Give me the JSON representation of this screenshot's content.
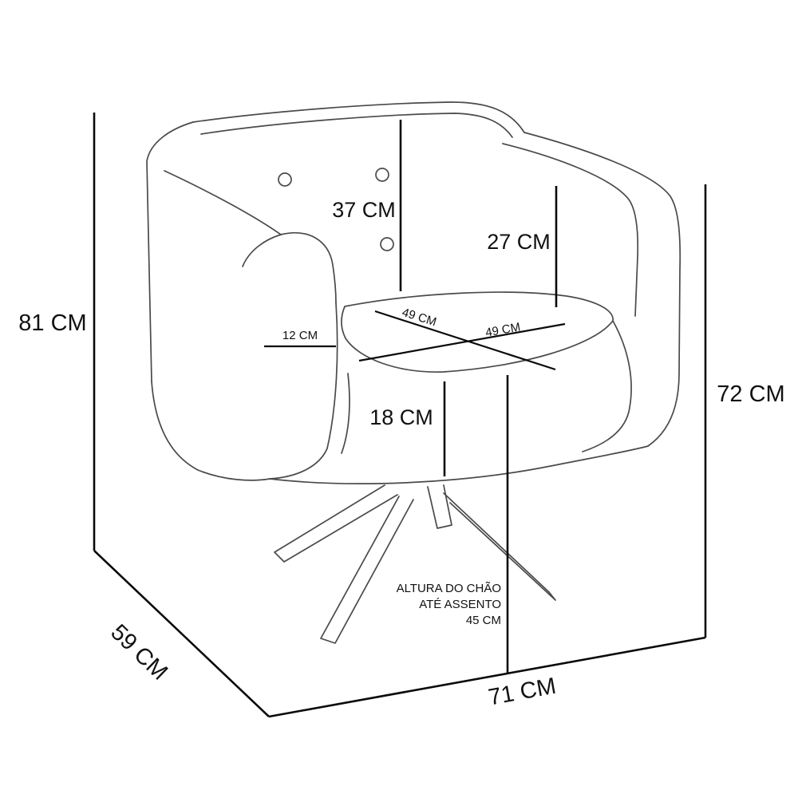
{
  "diagram": {
    "type": "furniture-dimension-drawing",
    "subject": "swivel armchair line drawing with measurements",
    "unit": "CM",
    "labels": {
      "total_height": "81 CM",
      "depth": "59 CM",
      "width": "71 CM",
      "right_height": "72 CM",
      "backrest_height": "37 CM",
      "arm_height": "27 CM",
      "seat_diag_a": "49 CM",
      "seat_diag_b": "49 CM",
      "armrest_width": "12 CM",
      "seat_front_height": "18 CM",
      "floor_to_seat": {
        "line1": "ALTURA DO CHÃO",
        "line2": "ATÉ ASSENTO",
        "line3": "45 CM"
      }
    },
    "colors": {
      "background": "#ffffff",
      "dimension_line": "#0a0a0a",
      "chair_line": "#4a4a4a",
      "text": "#111111"
    }
  }
}
